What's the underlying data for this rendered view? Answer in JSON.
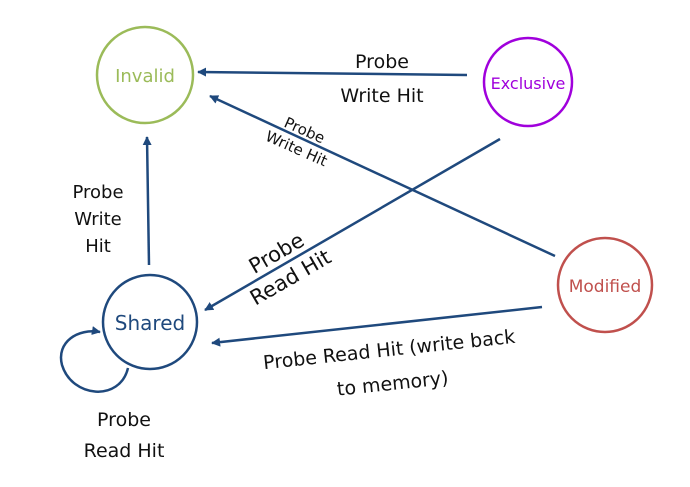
{
  "colors": {
    "invalid": "#9bbb59",
    "exclusive": "#a000dc",
    "modified": "#c0504d",
    "shared": "#1f497d",
    "arrow": "#1f497d",
    "text": "#111111"
  },
  "states": {
    "invalid": "Invalid",
    "exclusive": "Exclusive",
    "modified": "Modified",
    "shared": "Shared"
  },
  "transitions": {
    "exclusive_to_invalid": {
      "line1": "Probe",
      "line2": "Write Hit"
    },
    "modified_to_invalid": {
      "line1": "Probe",
      "line2": "Write Hit"
    },
    "shared_to_invalid": {
      "line1": "Probe",
      "line2": "Write",
      "line3": "Hit"
    },
    "exclusive_to_shared": {
      "line1": "Probe",
      "line2": "Read Hit"
    },
    "modified_to_shared": {
      "line1": "Probe Read Hit (write back",
      "line2": "to memory)"
    },
    "shared_self": {
      "line1": "Probe",
      "line2": "Read Hit"
    }
  }
}
